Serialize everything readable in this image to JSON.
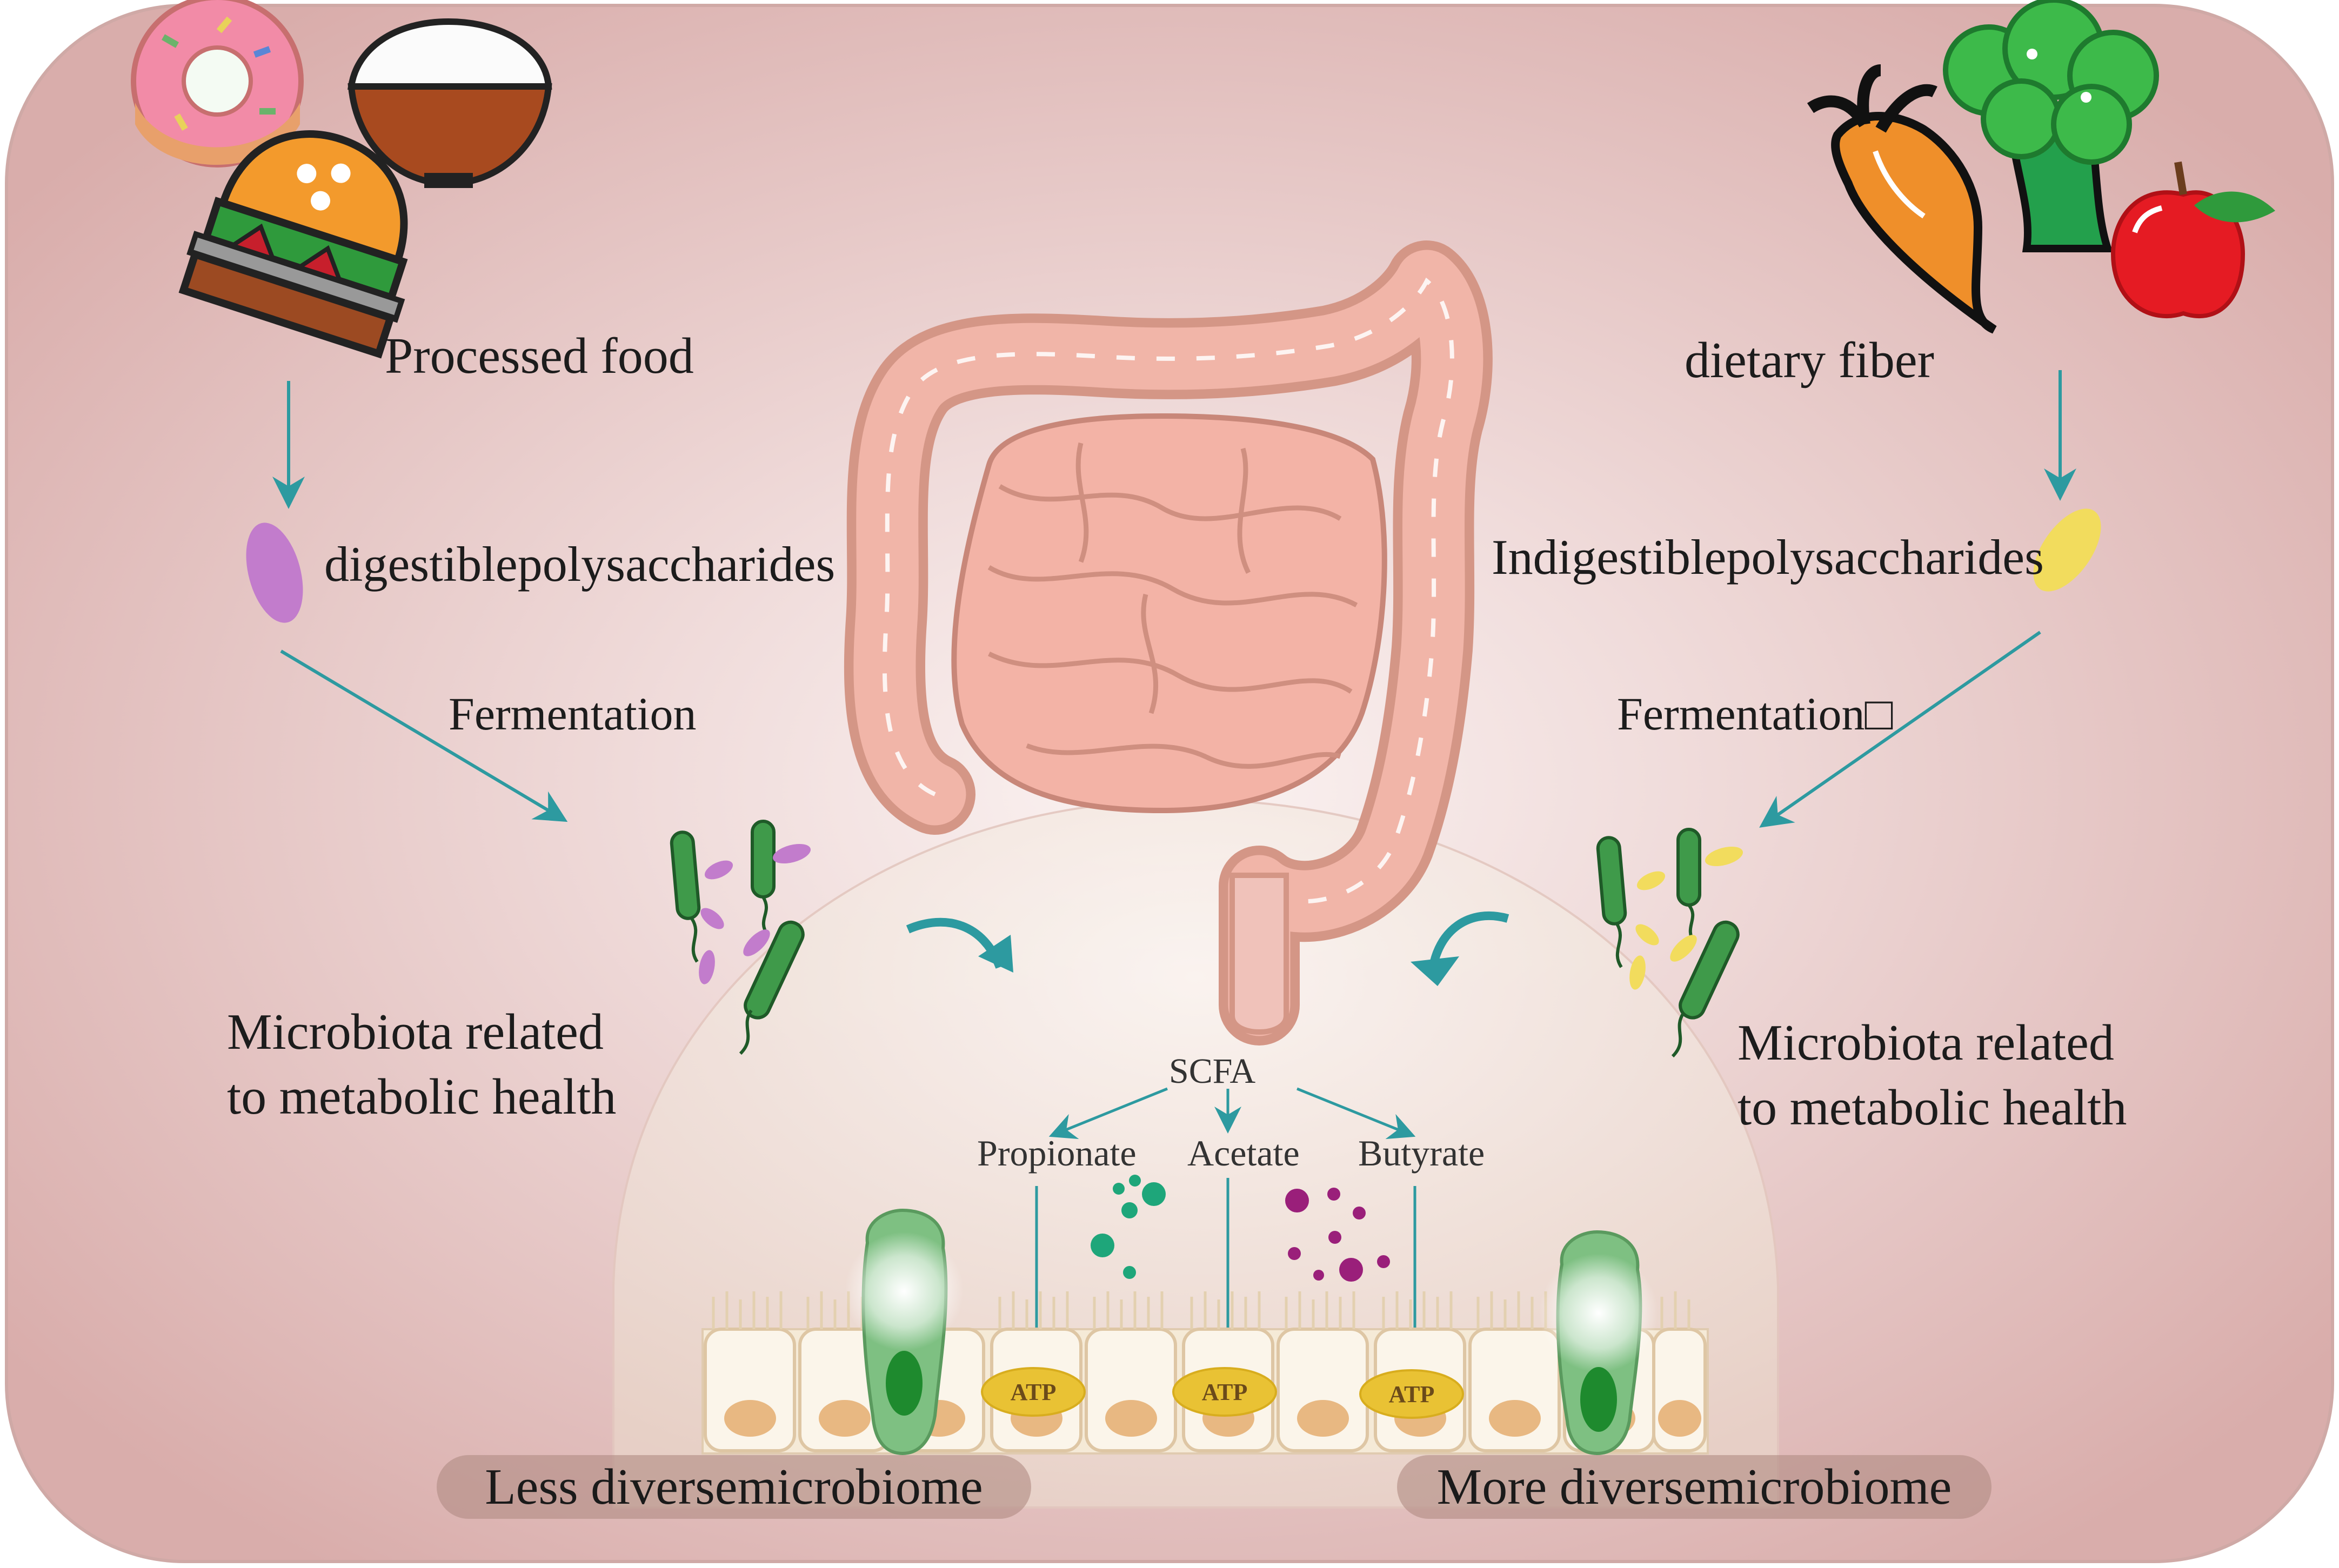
{
  "left": {
    "food_label": "Processed food",
    "polysaccharide_label": "digestiblepolysaccharides",
    "fermentation_label": "Fermentation",
    "microbiota_line1": "Microbiota related",
    "microbiota_line2": "to metabolic health",
    "microbiome_label": "Less diversemicrobiome"
  },
  "right": {
    "food_label": "dietary  fiber",
    "polysaccharide_label": "Indigestiblepolysaccharides",
    "fermentation_label": "Fermentation□",
    "microbiota_line1": "Microbiota related",
    "microbiota_line2": "to metabolic health",
    "microbiome_label": "More diversemicrobiome"
  },
  "center": {
    "scfa_label": "SCFA",
    "propionate_label": "Propionate",
    "acetate_label": "Acetate",
    "butyrate_label": "Butyrate",
    "atp_label": "ATP"
  },
  "icons": {
    "left_foods": [
      "donut-icon",
      "rice-bowl-icon",
      "burger-icon"
    ],
    "right_foods": [
      "carrot-icon",
      "broccoli-icon",
      "apple-icon"
    ],
    "organ": "intestine-icon",
    "microbes": "bacteria-icon"
  },
  "colors": {
    "background": "#e8c9c8",
    "arrow": "#2d9aa0",
    "digestible_polysaccharide": "#c27ccc",
    "indigestible_polysaccharide": "#f2dc5d",
    "propionate_dots": "#1ea67a",
    "butyrate_dots": "#9a1f7a",
    "atp_fill": "#e9c234"
  }
}
